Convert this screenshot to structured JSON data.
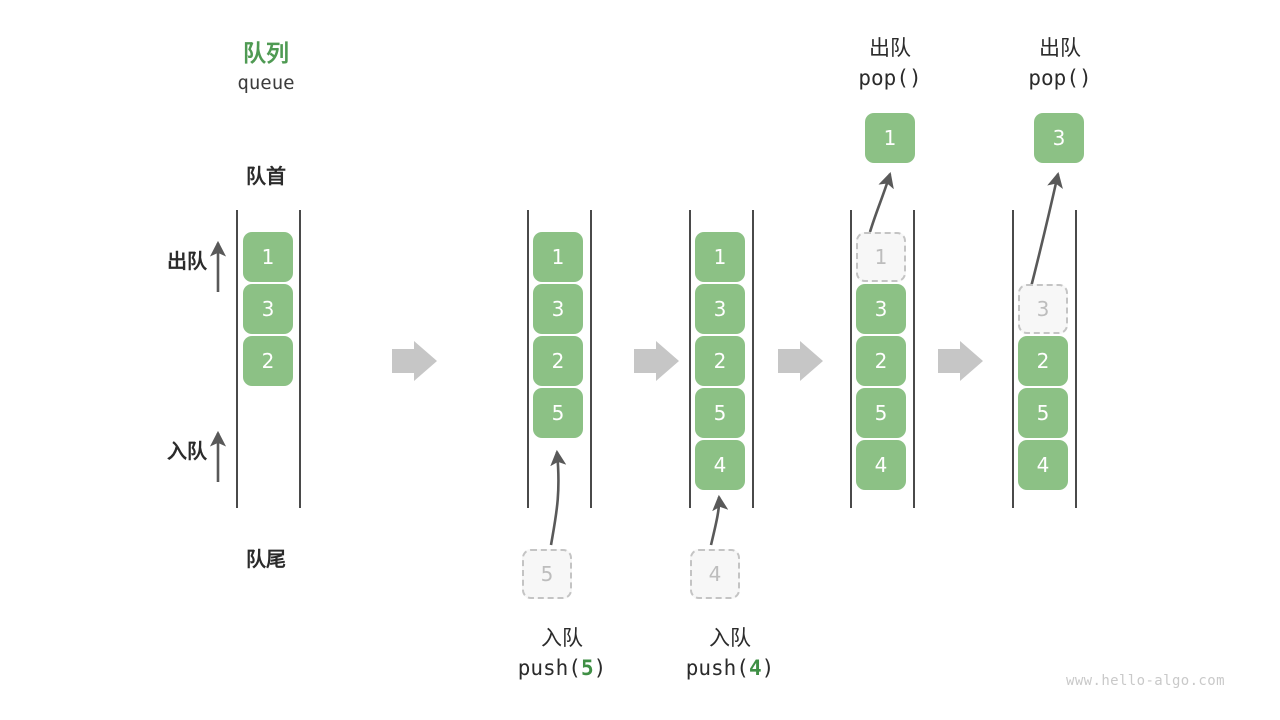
{
  "diagram": {
    "title_cn": "队列",
    "title_en": "queue",
    "front_label": "队首",
    "rear_label": "队尾",
    "dequeue_label": "出队",
    "enqueue_label": "入队",
    "watermark": "www.hello-algo.com",
    "accent_green": "#8cc185",
    "title_green": "#4f9a53",
    "code_green": "#3f8f45",
    "rail_gray": "#4a4a4a",
    "arrow_gray": "#595959",
    "ghost_gray": "#bdbdbd",
    "step_arrow_gray": "#c6c6c6"
  },
  "stages": [
    {
      "id": "initial",
      "cells": [
        "1",
        "3",
        "2"
      ],
      "caption_cn": "",
      "caption_code": "",
      "incoming": null,
      "popped": null
    },
    {
      "id": "push-5",
      "cells": [
        "1",
        "3",
        "2",
        "5"
      ],
      "caption_cn": "入队",
      "caption_code_prefix": "push(",
      "caption_code_value": "5",
      "caption_code_suffix": ")",
      "incoming": "5",
      "popped": null
    },
    {
      "id": "push-4",
      "cells": [
        "1",
        "3",
        "2",
        "5",
        "4"
      ],
      "caption_cn": "入队",
      "caption_code_prefix": "push(",
      "caption_code_value": "4",
      "caption_code_suffix": ")",
      "incoming": "4",
      "popped": null
    },
    {
      "id": "pop-1",
      "cells": [
        "1",
        "3",
        "2",
        "5",
        "4"
      ],
      "ghost_index": 0,
      "header_cn": "出队",
      "header_code": "pop()",
      "popped": "1"
    },
    {
      "id": "pop-3",
      "cells": [
        "3",
        "2",
        "5",
        "4"
      ],
      "ghost_index": 0,
      "header_cn": "出队",
      "header_code": "pop()",
      "popped": "3"
    }
  ],
  "step_arrows": [
    {
      "name": "step-arrow-1"
    },
    {
      "name": "step-arrow-2"
    },
    {
      "name": "step-arrow-3"
    },
    {
      "name": "step-arrow-4"
    }
  ]
}
